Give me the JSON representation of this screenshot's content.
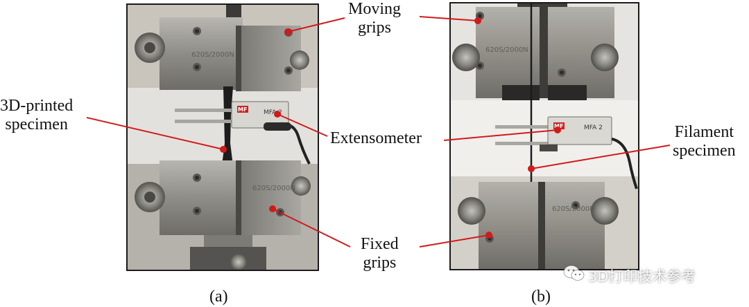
{
  "labels": {
    "moving_grips": "Moving\ngrips",
    "printed_specimen": "3D-printed\nspecimen",
    "extensometer": "Extensometer",
    "filament_specimen": "Filament\nspecimen",
    "fixed_grips": "Fixed\ngrips"
  },
  "captions": {
    "a": "(a)",
    "b": "(b)"
  },
  "engravings": {
    "grip_top_a": "620S/2000N",
    "grip_bottom_a": "620S/2000N",
    "grip_top_b": "620S/2000N",
    "grip_bottom_b": "620S/2000N",
    "ext_model_a": "MFA 2",
    "ext_model_b": "MFA 2",
    "ext_brand": "MF"
  },
  "watermark": "3D打印技术参考",
  "colors": {
    "annotation": "#d11a1a",
    "frame": "#1a1a1a",
    "steel": "#9a9892",
    "backdrop": "#e8e6e2"
  }
}
